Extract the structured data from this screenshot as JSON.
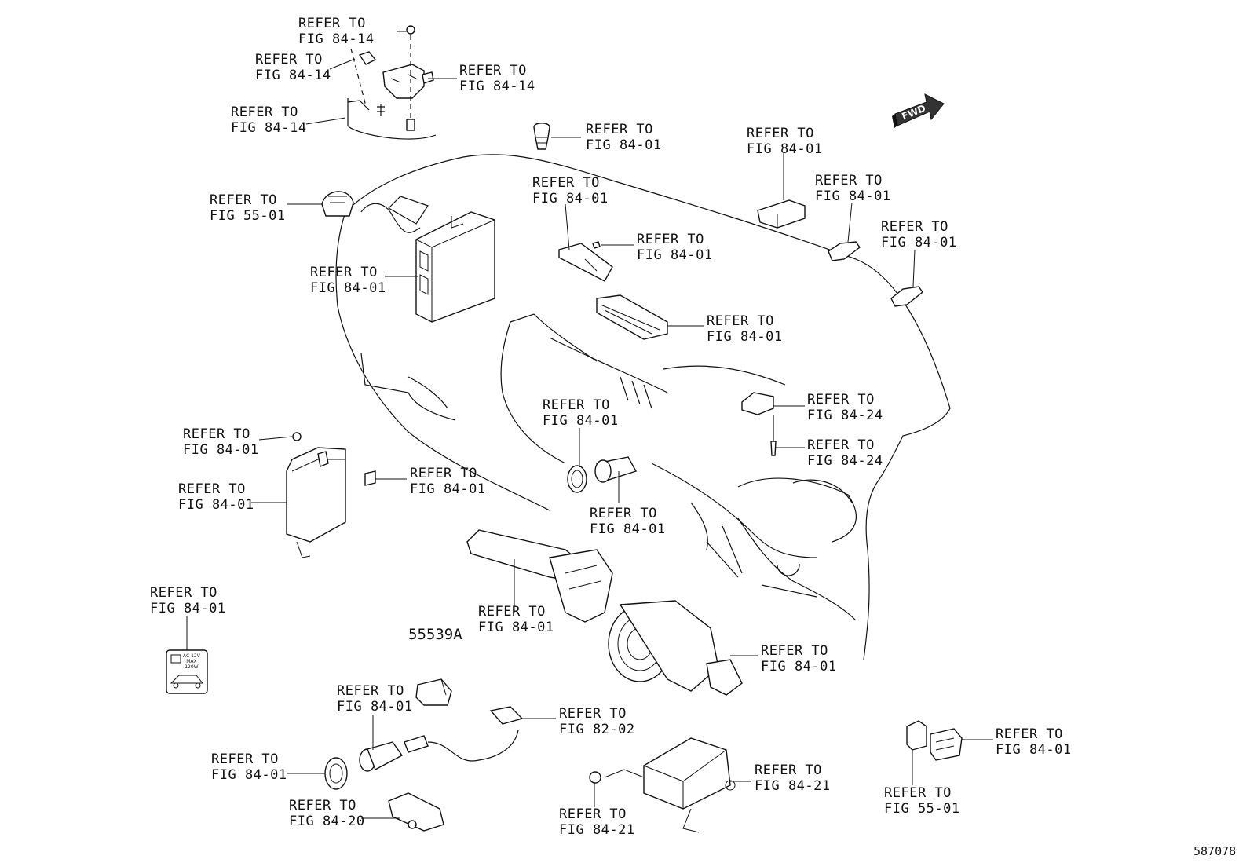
{
  "callouts": [
    {
      "id": "c01",
      "line1": "REFER TO",
      "line2": "FIG 84-14"
    },
    {
      "id": "c02",
      "line1": "REFER TO",
      "line2": "FIG 84-14"
    },
    {
      "id": "c03",
      "line1": "REFER TO",
      "line2": "FIG 84-14"
    },
    {
      "id": "c04",
      "line1": "REFER TO",
      "line2": "FIG 84-14"
    },
    {
      "id": "c05",
      "line1": "REFER TO",
      "line2": "FIG 84-01"
    },
    {
      "id": "c06",
      "line1": "REFER TO",
      "line2": "FIG 55-01"
    },
    {
      "id": "c07",
      "line1": "REFER TO",
      "line2": "FIG 84-01"
    },
    {
      "id": "c08",
      "line1": "REFER TO",
      "line2": "FIG 84-01"
    },
    {
      "id": "c09",
      "line1": "REFER TO",
      "line2": "FIG 84-01"
    },
    {
      "id": "c10",
      "line1": "REFER TO",
      "line2": "FIG 84-01"
    },
    {
      "id": "c11",
      "line1": "REFER TO",
      "line2": "FIG 84-01"
    },
    {
      "id": "c12",
      "line1": "REFER TO",
      "line2": "FIG 84-01"
    },
    {
      "id": "c13",
      "line1": "REFER TO",
      "line2": "FIG 84-01"
    },
    {
      "id": "c14",
      "line1": "REFER TO",
      "line2": "FIG 84-01"
    },
    {
      "id": "c15",
      "line1": "REFER TO",
      "line2": "FIG 84-24"
    },
    {
      "id": "c16",
      "line1": "REFER TO",
      "line2": "FIG 84-24"
    },
    {
      "id": "c17",
      "line1": "REFER TO",
      "line2": "FIG 84-01"
    },
    {
      "id": "c18",
      "line1": "REFER TO",
      "line2": "FIG 84-01"
    },
    {
      "id": "c19",
      "line1": "REFER TO",
      "line2": "FIG 84-01"
    },
    {
      "id": "c20",
      "line1": "REFER TO",
      "line2": "FIG 84-01"
    },
    {
      "id": "c21",
      "line1": "REFER TO",
      "line2": "FIG 84-01"
    },
    {
      "id": "c22",
      "line1": "REFER TO",
      "line2": "FIG 84-01"
    },
    {
      "id": "c23",
      "line1": "REFER TO",
      "line2": "FIG 84-01"
    },
    {
      "id": "c24",
      "line1": "REFER TO",
      "line2": "FIG 84-01"
    },
    {
      "id": "c25",
      "line1": "REFER TO",
      "line2": "FIG 82-02"
    },
    {
      "id": "c26",
      "line1": "REFER TO",
      "line2": "FIG 84-01"
    },
    {
      "id": "c27",
      "line1": "REFER TO",
      "line2": "FIG 84-20"
    },
    {
      "id": "c28",
      "line1": "REFER TO",
      "line2": "FIG 84-21"
    },
    {
      "id": "c29",
      "line1": "REFER TO",
      "line2": "FIG 84-21"
    },
    {
      "id": "c30",
      "line1": "REFER TO",
      "line2": "FIG 84-01"
    },
    {
      "id": "c31",
      "line1": "REFER TO",
      "line2": "FIG 55-01"
    }
  ],
  "part_number": "55539A",
  "illustration_number": "587078",
  "fwd_label": "FWD",
  "socket_label": {
    "line1": "AC 12V",
    "line2": "MAX",
    "line3": "120W"
  }
}
